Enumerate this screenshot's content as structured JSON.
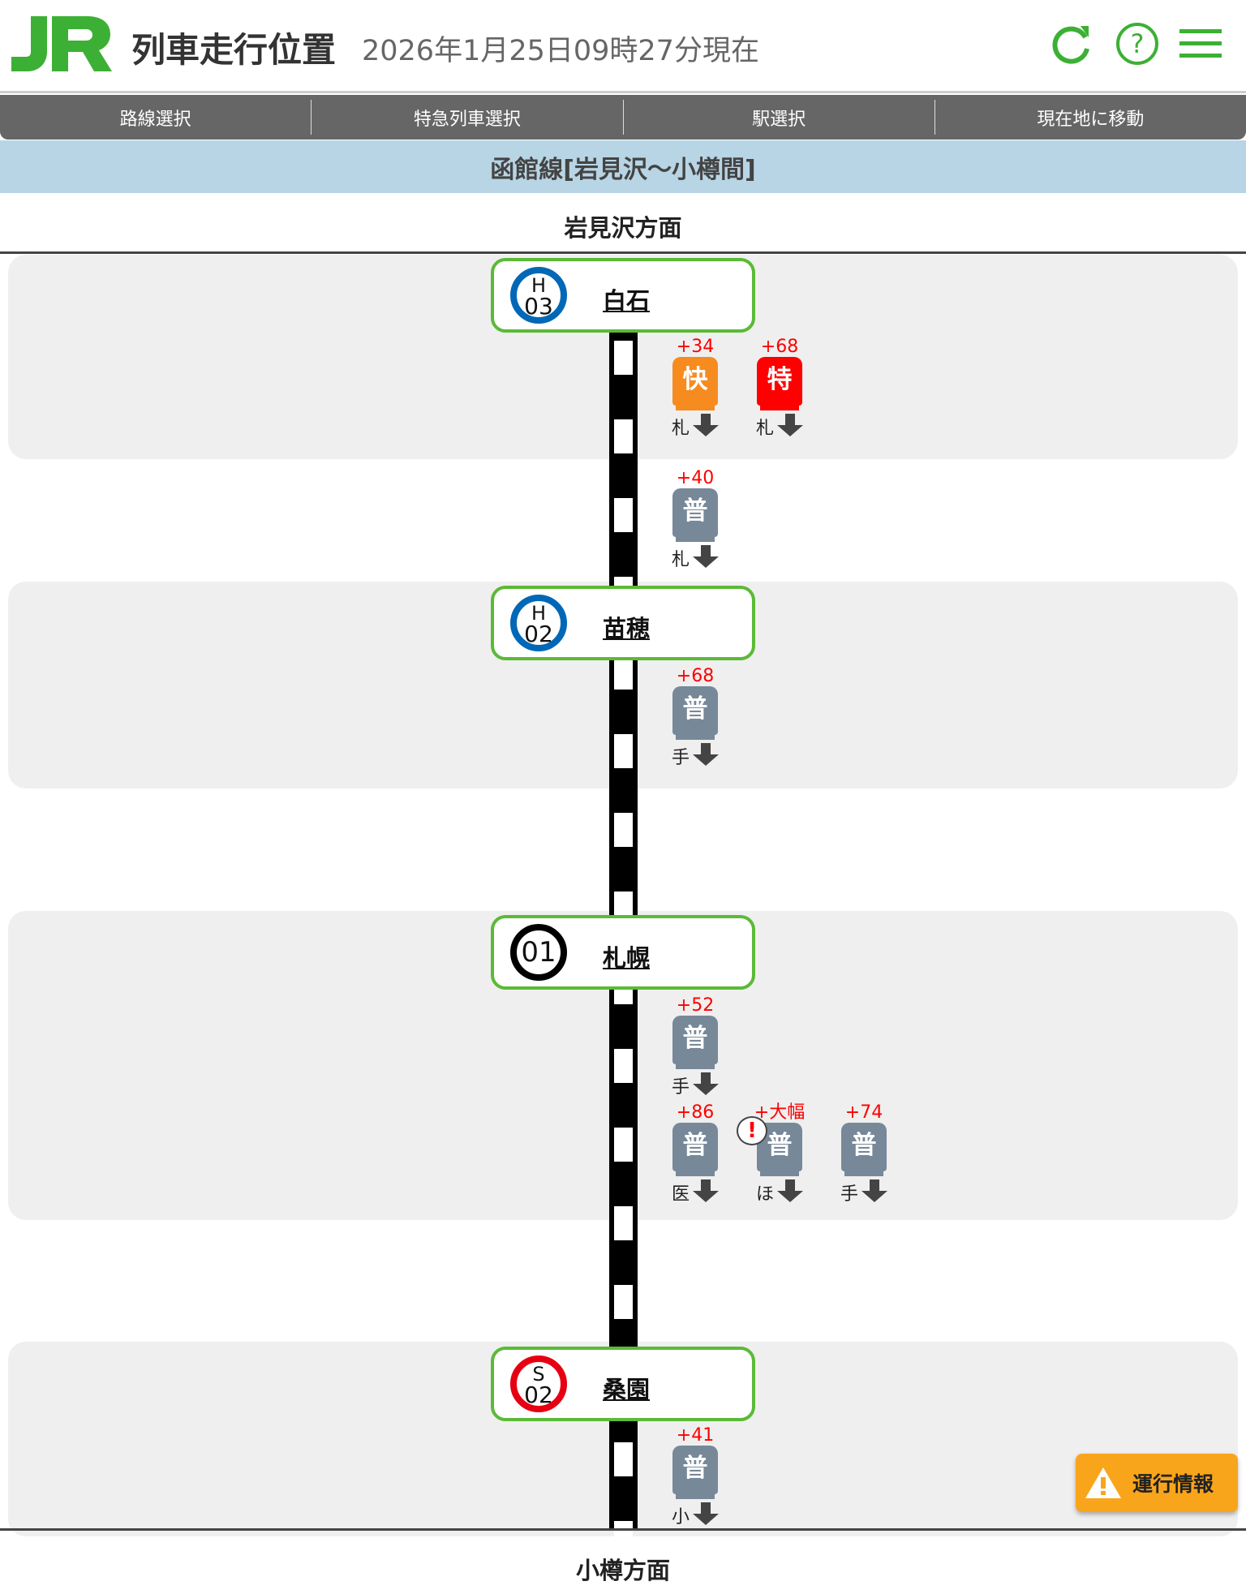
{
  "header": {
    "logo": "JR",
    "title": "列車走行位置",
    "timestamp": "2026年1月25日09時27分現在"
  },
  "nav": [
    "路線選択",
    "特急列車選択",
    "駅選択",
    "現在地に移動"
  ],
  "line_title": "函館線[岩見沢～小樽間]",
  "direction_top": "岩見沢方面",
  "direction_bottom": "小樽方面",
  "stations": [
    {
      "line": "H",
      "num": "03",
      "name": "白石",
      "color": "#0068b7"
    },
    {
      "line": "H",
      "num": "02",
      "name": "苗穂",
      "color": "#0068b7"
    },
    {
      "line": "",
      "num": "01",
      "name": "札幌",
      "color": "#000000"
    },
    {
      "line": "S",
      "num": "02",
      "name": "桑園",
      "color": "#e60012"
    }
  ],
  "trains": [
    {
      "delay": "+34",
      "type": "快",
      "dest": "札",
      "color": "#f68b1f"
    },
    {
      "delay": "+68",
      "type": "特",
      "dest": "札",
      "color": "#ff0000"
    },
    {
      "delay": "+40",
      "type": "普",
      "dest": "札",
      "color": "#778899"
    },
    {
      "delay": "+68",
      "type": "普",
      "dest": "手",
      "color": "#778899"
    },
    {
      "delay": "+52",
      "type": "普",
      "dest": "手",
      "color": "#778899"
    },
    {
      "delay": "+86",
      "type": "普",
      "dest": "医",
      "color": "#778899"
    },
    {
      "delay": "+大幅",
      "type": "普",
      "dest": "ほ",
      "color": "#778899",
      "alert": "!"
    },
    {
      "delay": "+74",
      "type": "普",
      "dest": "手",
      "color": "#778899"
    },
    {
      "delay": "+41",
      "type": "普",
      "dest": "小",
      "color": "#778899"
    }
  ],
  "info_button": "運行情報"
}
